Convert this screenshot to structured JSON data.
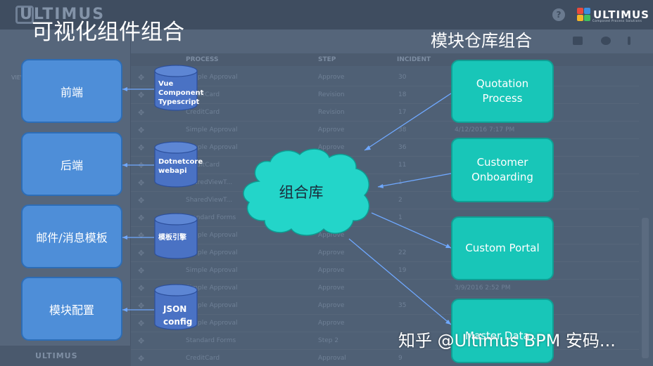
{
  "app": {
    "logo": "ULTIMUS",
    "help": "?",
    "brand": "ULTIMUS",
    "brand_sub": "Composed Process Solutions",
    "sidebar_views": "VIEWS",
    "footer_logo": "ULTIMUS",
    "grid_columns": [
      "PROCESS",
      "STEP",
      "INCIDENT"
    ],
    "rows": [
      {
        "process": "Simple Approval",
        "step": "Approve",
        "incident": "30",
        "date": ""
      },
      {
        "process": "CreditCard",
        "step": "Revision",
        "incident": "18",
        "date": ""
      },
      {
        "process": "CreditCard",
        "step": "Revision",
        "incident": "17",
        "date": ""
      },
      {
        "process": "Simple Approval",
        "step": "Approve",
        "incident": "38",
        "date": "4/12/2016 7:17 PM"
      },
      {
        "process": "Simple Approval",
        "step": "Approve",
        "incident": "36",
        "date": ""
      },
      {
        "process": "CreditCard",
        "step": "Revision",
        "incident": "11",
        "date": ""
      },
      {
        "process": "SharedViewT...",
        "step": "",
        "incident": "1",
        "date": ""
      },
      {
        "process": "SharedViewT...",
        "step": "",
        "incident": "2",
        "date": ""
      },
      {
        "process": "Standard Forms",
        "step": "",
        "incident": "1",
        "date": ""
      },
      {
        "process": "Simple Approval",
        "step": "Approve",
        "incident": "",
        "date": ""
      },
      {
        "process": "Simple Approval",
        "step": "Approve",
        "incident": "22",
        "date": ""
      },
      {
        "process": "Simple Approval",
        "step": "Approve",
        "incident": "19",
        "date": ""
      },
      {
        "process": "Simple Approval",
        "step": "Approve",
        "incident": "",
        "date": "3/9/2016 2:52 PM"
      },
      {
        "process": "Simple Approval",
        "step": "Approve",
        "incident": "35",
        "date": ""
      },
      {
        "process": "Simple Approval",
        "step": "Approve",
        "incident": "",
        "date": ""
      },
      {
        "process": "Standard Forms",
        "step": "Step 2",
        "incident": "",
        "date": ""
      },
      {
        "process": "CreditCard",
        "step": "Approval",
        "incident": "9",
        "date": ""
      }
    ]
  },
  "diagram": {
    "heading_left": "可视化组件组合",
    "heading_right": "模块仓库组合",
    "left_boxes": [
      {
        "label": "前端"
      },
      {
        "label": "后端"
      },
      {
        "label": "邮件/消息模板"
      },
      {
        "label": "模块配置"
      }
    ],
    "cylinders": [
      {
        "lines": [
          "Vue",
          "Component",
          "Typescript"
        ]
      },
      {
        "lines": [
          "Dotnetcore",
          "webapi"
        ]
      },
      {
        "lines": [
          "模板引擎"
        ]
      },
      {
        "lines": [
          "JSON",
          "config"
        ]
      }
    ],
    "cloud_label": "组合库",
    "right_boxes": [
      {
        "label": "Quotation Process"
      },
      {
        "label": "Customer Onboarding"
      },
      {
        "label": "Custom Portal"
      },
      {
        "label": "Master Data..."
      }
    ]
  },
  "watermark": "知乎 @Ultimus BPM 安码...",
  "colors": {
    "left_box": "#4e8ed8",
    "cylinder": "#4a72c4",
    "cloud": "#23d5c9",
    "right_box": "#18c6b8",
    "connector": "#6fa8ff"
  }
}
